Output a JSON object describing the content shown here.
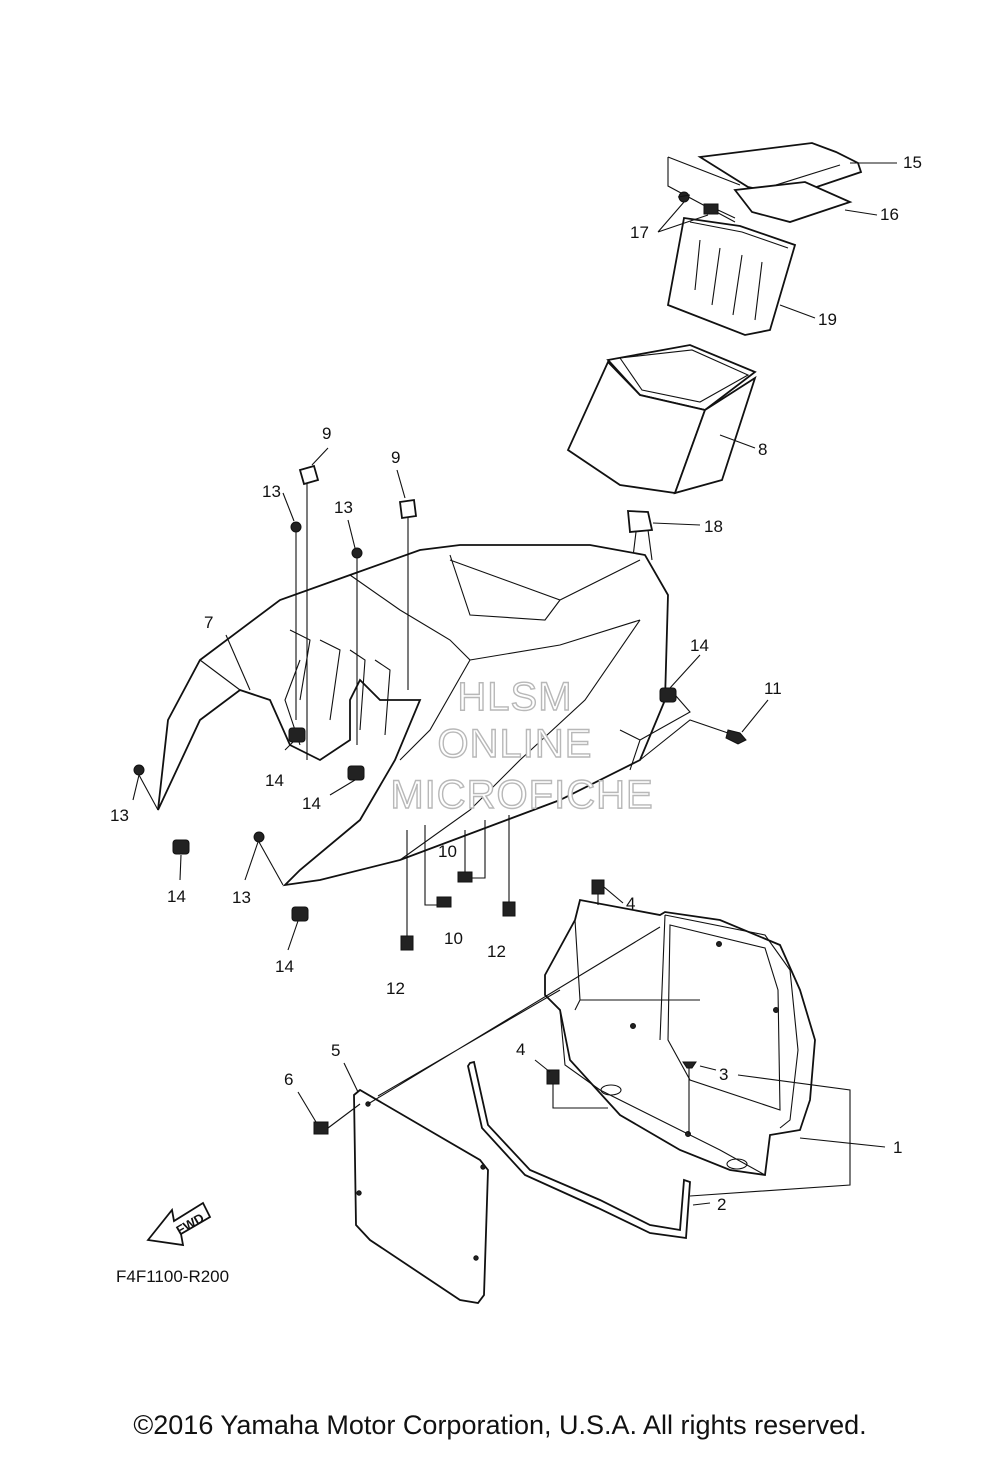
{
  "diagram": {
    "callouts": [
      {
        "id": "c15",
        "label": "15"
      },
      {
        "id": "c16",
        "label": "16"
      },
      {
        "id": "c17",
        "label": "17"
      },
      {
        "id": "c19",
        "label": "19"
      },
      {
        "id": "c8",
        "label": "8"
      },
      {
        "id": "c18",
        "label": "18"
      },
      {
        "id": "c9a",
        "label": "9"
      },
      {
        "id": "c9b",
        "label": "9"
      },
      {
        "id": "c13a",
        "label": "13"
      },
      {
        "id": "c13b",
        "label": "13"
      },
      {
        "id": "c13c",
        "label": "13"
      },
      {
        "id": "c13d",
        "label": "13"
      },
      {
        "id": "c7",
        "label": "7"
      },
      {
        "id": "c14a",
        "label": "14"
      },
      {
        "id": "c14b",
        "label": "14"
      },
      {
        "id": "c14c",
        "label": "14"
      },
      {
        "id": "c14d",
        "label": "14"
      },
      {
        "id": "c14e",
        "label": "14"
      },
      {
        "id": "c11",
        "label": "11"
      },
      {
        "id": "c10a",
        "label": "10"
      },
      {
        "id": "c10b",
        "label": "10"
      },
      {
        "id": "c12a",
        "label": "12"
      },
      {
        "id": "c12b",
        "label": "12"
      },
      {
        "id": "c4a",
        "label": "4"
      },
      {
        "id": "c4b",
        "label": "4"
      },
      {
        "id": "c3",
        "label": "3"
      },
      {
        "id": "c1",
        "label": "1"
      },
      {
        "id": "c2",
        "label": "2"
      },
      {
        "id": "c5",
        "label": "5"
      },
      {
        "id": "c6",
        "label": "6"
      }
    ],
    "fwd_label": "FWD",
    "figure_code": "F4F1100-R200",
    "watermark": [
      "HLSM",
      "ONLINE",
      "MICROFICHE"
    ]
  },
  "copyright": "©2016 Yamaha Motor Corporation, U.S.A. All rights reserved."
}
